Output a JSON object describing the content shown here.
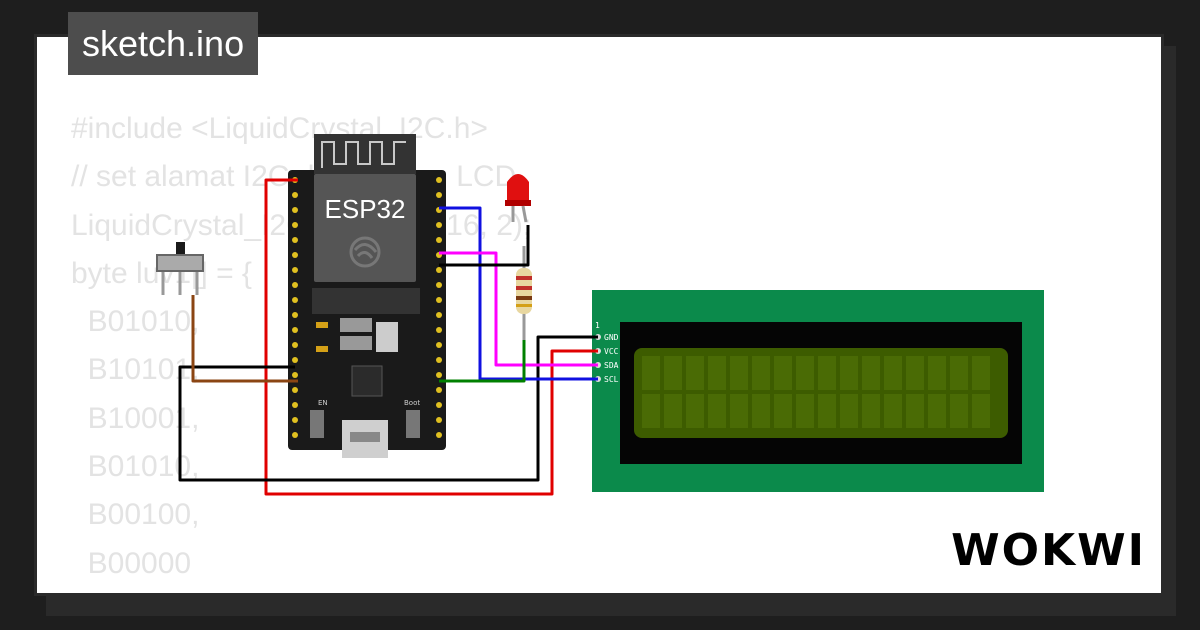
{
  "tab": {
    "filename": "sketch.ino"
  },
  "code": {
    "lines": [
      "#include <LiquidCrystal_I2C.h>",
      "// set alamat I2C dan ukuran LCD",
      "LiquidCrystal_I2C lcd(0x27, 16, 2);",
      "",
      "byte luv1[] = {",
      "  B01010,",
      "  B10101,",
      "  B10001,",
      "  B01010,",
      "  B00100,",
      "  B00000"
    ]
  },
  "board": {
    "label": "ESP32",
    "en_label": "EN",
    "boot_label": "Boot"
  },
  "lcd": {
    "pins": [
      "GND",
      "VCC",
      "SDA",
      "SCL"
    ],
    "pin_one": "1"
  },
  "brand": {
    "logo": "WOKWI"
  },
  "colors": {
    "tab_bg": "#4d4d4d",
    "pcb_green": "#0b8a4b",
    "lcd_screen": "#3d5c00",
    "board_black": "#1a1a1a"
  }
}
